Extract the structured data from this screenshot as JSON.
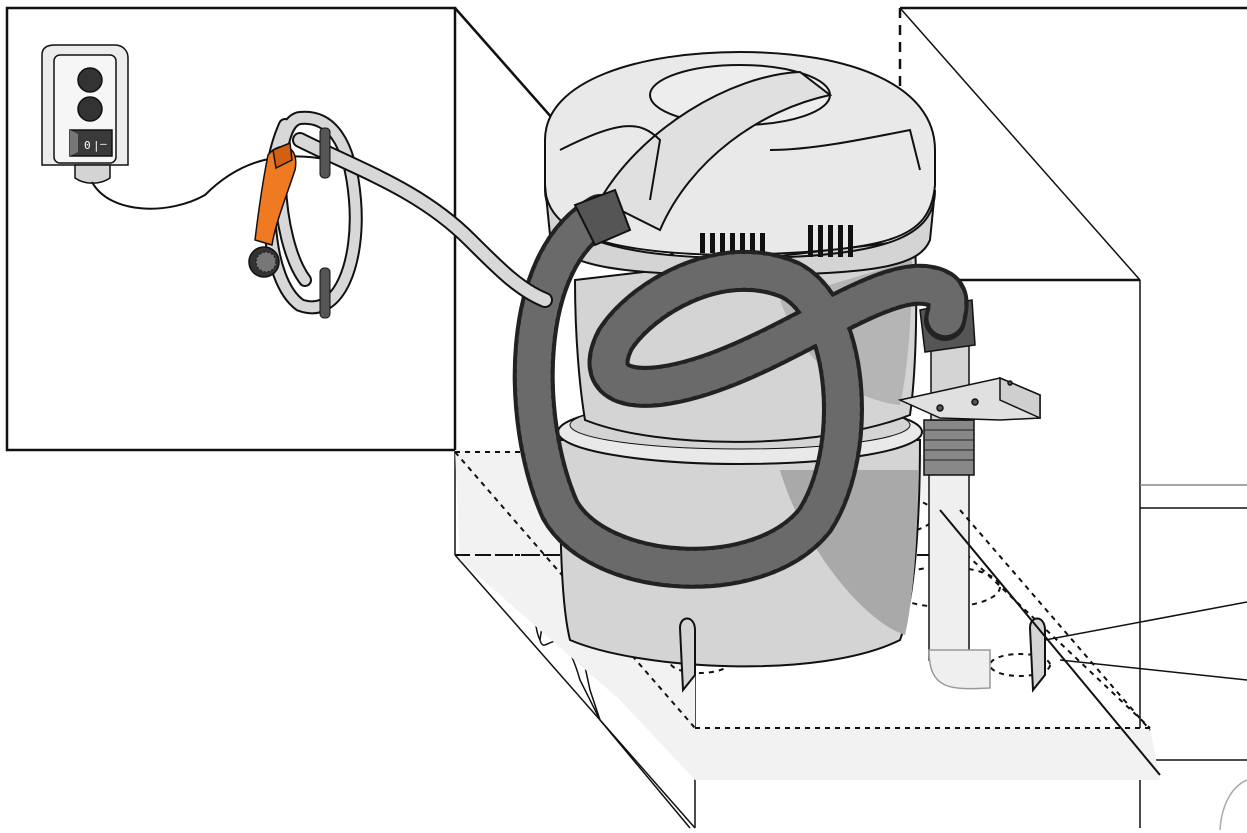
{
  "diagram": {
    "switch_box": {
      "rocker_on_mark": "|",
      "rocker_off_mark": "0",
      "rocker_dash": "–"
    },
    "colors": {
      "outline": "#111111",
      "unit_body": "#d4d4d4",
      "unit_body_light": "#e9e9e9",
      "unit_shadow": "#a9a9a9",
      "hose_dark": "#555555",
      "hose_rib": "#222222",
      "handle_orange": "#f07a22",
      "floor": "#f2f2f2",
      "pipe": "#efefef"
    },
    "components": [
      "wall-switch",
      "hose-handle",
      "hose-holder",
      "central-vacuum-unit",
      "suction-hose",
      "wall-bracket",
      "suction-pipe",
      "mounting-clips"
    ]
  }
}
